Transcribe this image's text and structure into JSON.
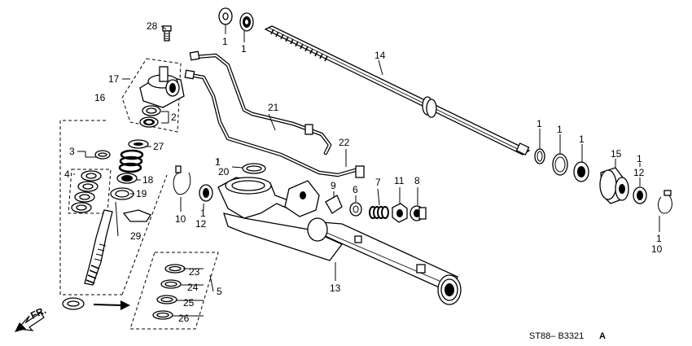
{
  "callouts": [
    {
      "id": "c28",
      "text": "28"
    },
    {
      "id": "c1a",
      "text": "1"
    },
    {
      "id": "c1b",
      "text": "1"
    },
    {
      "id": "c14",
      "text": "14"
    },
    {
      "id": "c17",
      "text": "17"
    },
    {
      "id": "c16",
      "text": "16"
    },
    {
      "id": "c2",
      "text": "2"
    },
    {
      "id": "c21",
      "text": "21"
    },
    {
      "id": "c3",
      "text": "3"
    },
    {
      "id": "c27",
      "text": "27"
    },
    {
      "id": "c4",
      "text": "4"
    },
    {
      "id": "c18",
      "text": "18"
    },
    {
      "id": "c19",
      "text": "19"
    },
    {
      "id": "c29",
      "text": "29"
    },
    {
      "id": "c22",
      "text": "22"
    },
    {
      "id": "c1c",
      "text": "1"
    },
    {
      "id": "c20",
      "text": "20"
    },
    {
      "id": "c10a",
      "text": "10"
    },
    {
      "id": "c1d",
      "text": "1"
    },
    {
      "id": "c12a",
      "text": "12"
    },
    {
      "id": "c9",
      "text": "9"
    },
    {
      "id": "c6",
      "text": "6"
    },
    {
      "id": "c7",
      "text": "7"
    },
    {
      "id": "c11",
      "text": "11"
    },
    {
      "id": "c8",
      "text": "8"
    },
    {
      "id": "c1e",
      "text": "1"
    },
    {
      "id": "c1f",
      "text": "1"
    },
    {
      "id": "c1g",
      "text": "1"
    },
    {
      "id": "c15",
      "text": "15"
    },
    {
      "id": "c1h",
      "text": "1"
    },
    {
      "id": "c12b",
      "text": "12"
    },
    {
      "id": "c1i",
      "text": "1"
    },
    {
      "id": "c10b",
      "text": "10"
    },
    {
      "id": "c13",
      "text": "13"
    },
    {
      "id": "c5",
      "text": "5"
    },
    {
      "id": "c23",
      "text": "23"
    },
    {
      "id": "c24",
      "text": "24"
    },
    {
      "id": "c25",
      "text": "25"
    },
    {
      "id": "c26",
      "text": "26"
    }
  ],
  "direction_label": "FR.",
  "diagram_code": "ST88– B3321",
  "diagram_code_suffix": "A"
}
